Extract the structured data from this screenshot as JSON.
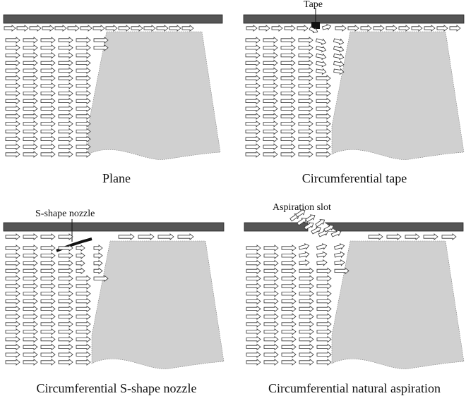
{
  "colors": {
    "wall": "#555555",
    "blade": "#d0d0d0",
    "arrow_stroke": "#333333",
    "arrow_fill": "#ffffff",
    "text": "#111111"
  },
  "panels": [
    {
      "id": "plane",
      "caption": "Plane",
      "feature": "none",
      "callout": ""
    },
    {
      "id": "tape",
      "caption": "Circumferential tape",
      "feature": "tape",
      "callout": "Tape"
    },
    {
      "id": "nozzle",
      "caption": "Circumferential S-shape nozzle",
      "feature": "s-shape-nozzle",
      "callout": "S-shape nozzle"
    },
    {
      "id": "aspiration",
      "caption": "Circumferential natural aspiration",
      "feature": "aspiration-slot",
      "callout": "Aspiration slot"
    }
  ]
}
